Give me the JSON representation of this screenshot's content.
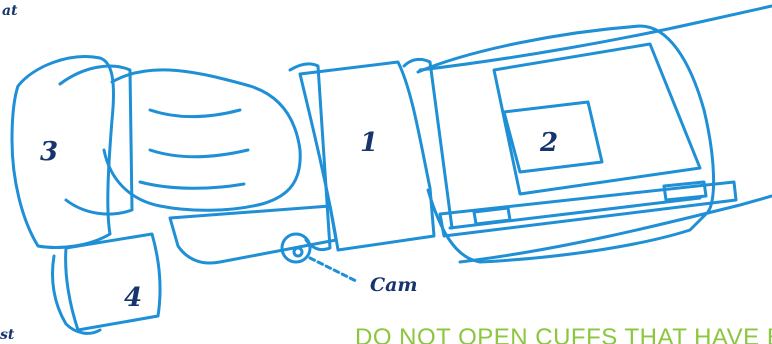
{
  "colors": {
    "line": "#1f8fd6",
    "label": "#16346e",
    "warning": "#8cc63f"
  },
  "labels": {
    "one": "1",
    "two": "2",
    "three": "3",
    "four": "4",
    "cam": "Cam",
    "top_left_fragment": "at",
    "bottom_left_fragment": "st"
  },
  "warning": "DO NOT OPEN CUFFS THAT HAVE BE"
}
